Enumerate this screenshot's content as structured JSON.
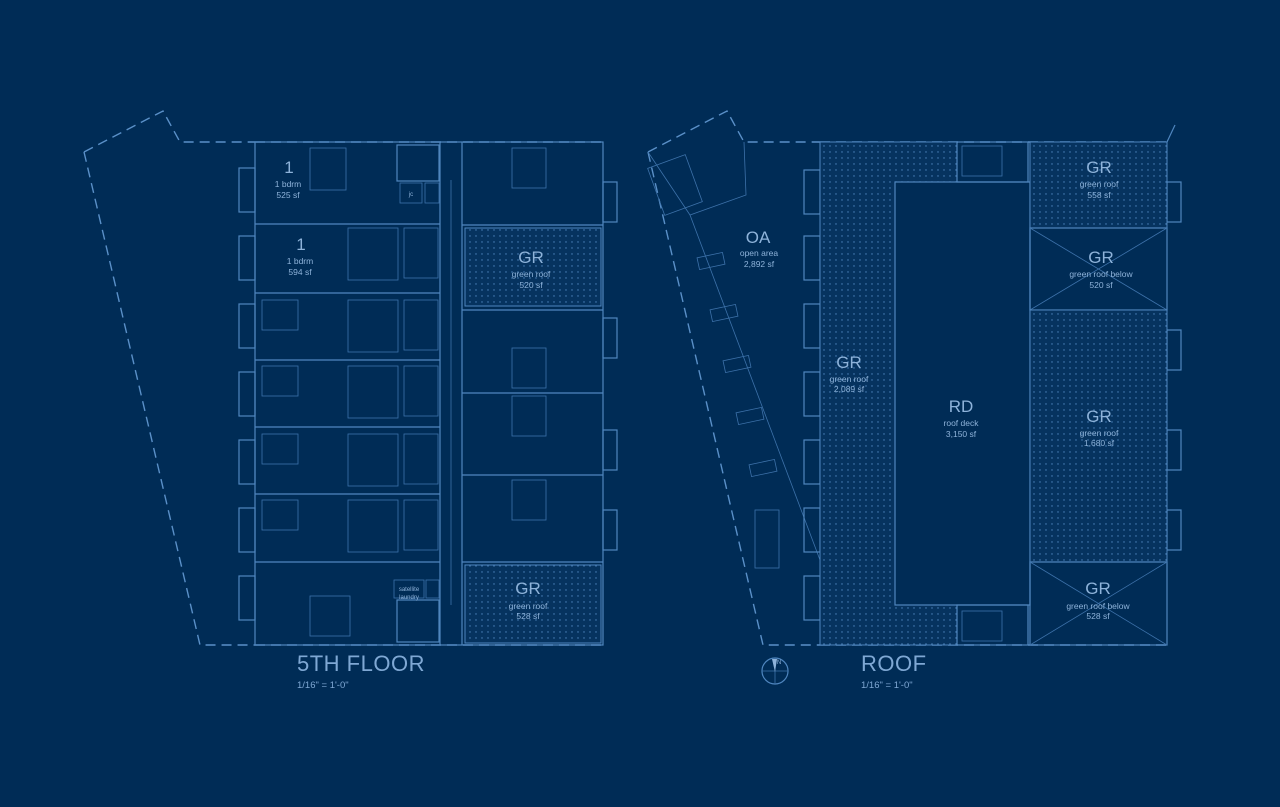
{
  "colors": {
    "background": "#002c56",
    "linework": "#4f86bf",
    "text": "#8eb3da"
  },
  "fifth_floor": {
    "title": "5TH FLOOR",
    "scale": "1/16\" = 1'-0\"",
    "units": [
      {
        "number": "1",
        "type": "1 bdrm",
        "area": "525 sf"
      },
      {
        "number": "1",
        "type": "1 bdrm",
        "area": "594 sf"
      }
    ],
    "janitor": "jc",
    "laundry": {
      "line1": "satellite",
      "line2": "laundry"
    },
    "green_roofs": [
      {
        "code": "GR",
        "name": "green roof",
        "area": "520 sf"
      },
      {
        "code": "GR",
        "name": "green roof",
        "area": "528 sf"
      }
    ]
  },
  "roof": {
    "title": "ROOF",
    "scale": "1/16\" = 1'-0\"",
    "open_area": {
      "code": "OA",
      "name": "open area",
      "area": "2,892 sf"
    },
    "roof_deck": {
      "code": "RD",
      "name": "roof deck",
      "area": "3,150 sf"
    },
    "green_roofs": [
      {
        "code": "GR",
        "name": "green roof",
        "area": "2,089 sf"
      },
      {
        "code": "GR",
        "name": "green roof",
        "area": "558 sf"
      },
      {
        "code": "GR",
        "name": "green roof below",
        "area": "520 sf"
      },
      {
        "code": "GR",
        "name": "green roof",
        "area": "1,680 sf"
      },
      {
        "code": "GR",
        "name": "green roof below",
        "area": "528 sf"
      }
    ],
    "north_arrow": {
      "icon": "north-arrow-icon",
      "label": "N"
    }
  }
}
